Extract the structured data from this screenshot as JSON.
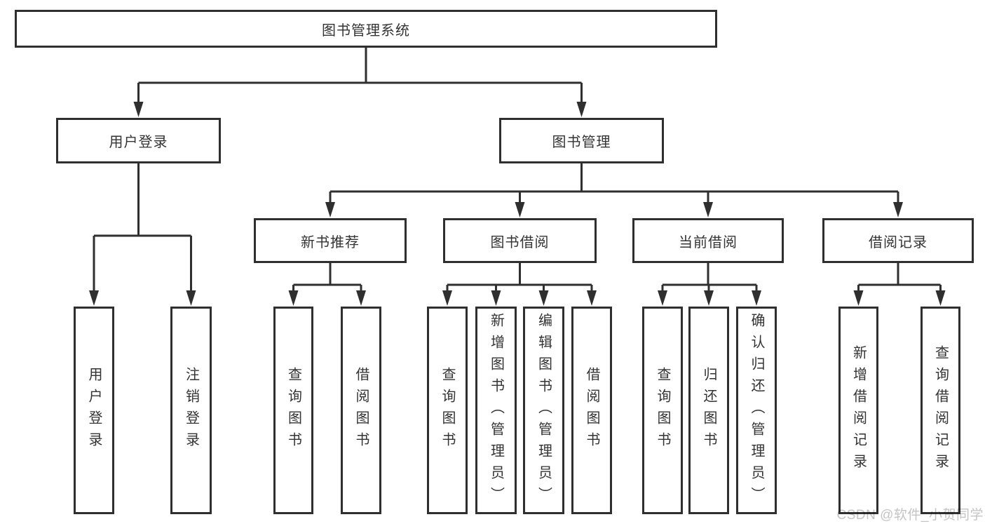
{
  "colors": {
    "line": "#2f2f2f",
    "text": "#333333",
    "watermark": "#c4c4c4",
    "background": "#ffffff"
  },
  "watermark": {
    "text": "CSDN @软件_小贺同学"
  },
  "tree": {
    "root": {
      "label": "图书管理系统"
    },
    "branches": [
      {
        "label": "用户登录",
        "children": [
          {
            "label": "用户登录"
          },
          {
            "label": "注销登录"
          }
        ]
      },
      {
        "label": "图书管理",
        "children": [
          {
            "label": "新书推荐",
            "children": [
              {
                "label": "查询图书"
              },
              {
                "label": "借阅图书"
              }
            ]
          },
          {
            "label": "图书借阅",
            "children": [
              {
                "label": "查询图书"
              },
              {
                "label": "新增图书（管理员）"
              },
              {
                "label": "编辑图书（管理员）"
              },
              {
                "label": "借阅图书"
              }
            ]
          },
          {
            "label": "当前借阅",
            "children": [
              {
                "label": "查询图书"
              },
              {
                "label": "归还图书"
              },
              {
                "label": "确认归还（管理员）"
              }
            ]
          },
          {
            "label": "借阅记录",
            "children": [
              {
                "label": "新增借阅记录"
              },
              {
                "label": "查询借阅记录"
              }
            ]
          }
        ]
      }
    ]
  }
}
